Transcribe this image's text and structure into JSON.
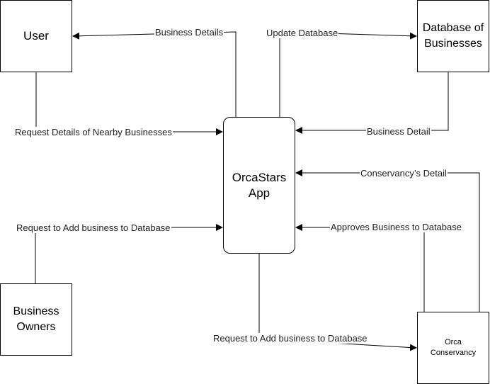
{
  "nodes": {
    "user": "User",
    "database": "Database of\nBusinesses",
    "business_owners": "Business\nOwners",
    "conservancy": "Orca\nConservancy",
    "app": "OrcaStars\nApp"
  },
  "flows": {
    "business_details": "Business Details",
    "update_database": "Update Database",
    "request_nearby": "Request Details of Nearby Businesses",
    "business_detail": "Business Detail",
    "conservancy_detail": "Conservancy’s Detail",
    "request_add_owner": "Request to Add business to Database",
    "approves_business": "Approves Business to Database",
    "request_add_app": "Request to Add business to Database"
  }
}
